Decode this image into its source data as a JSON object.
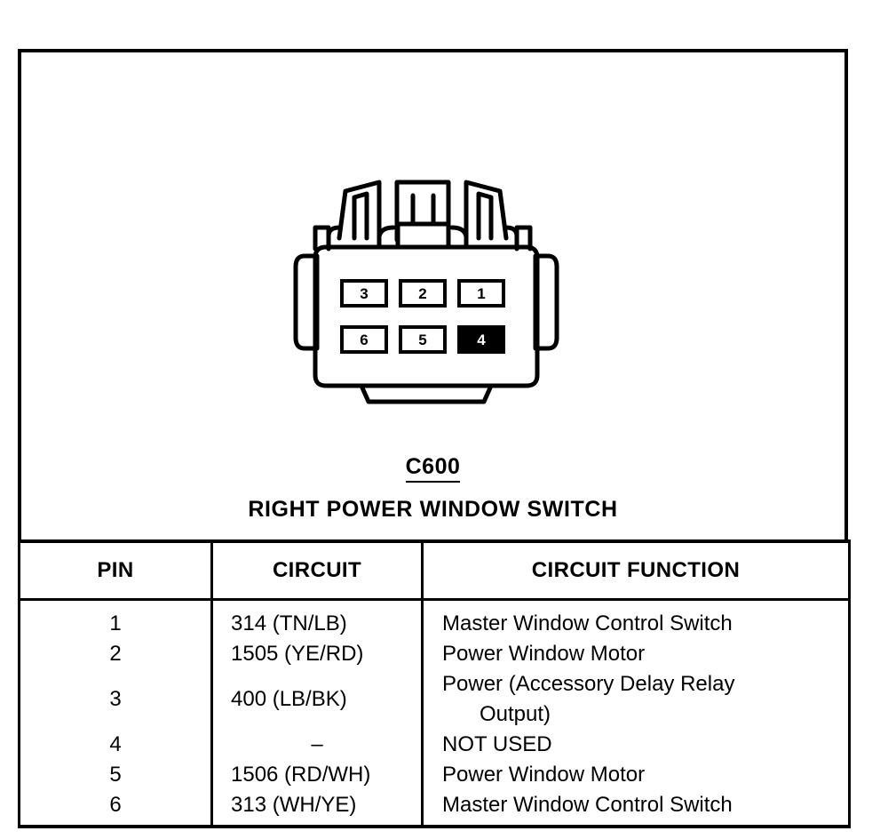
{
  "figure": {
    "connector_id": "C600",
    "connector_name": "RIGHT POWER WINDOW SWITCH",
    "pin_grid": {
      "top_row": [
        "3",
        "2",
        "1"
      ],
      "bottom_row": [
        "6",
        "5",
        "4"
      ],
      "filled_pins": [
        "4"
      ]
    },
    "colors": {
      "line": "#000000",
      "background": "#ffffff",
      "filled_cavity": "#000000",
      "filled_cavity_text": "#ffffff"
    }
  },
  "table": {
    "headers": {
      "pin": "PIN",
      "circuit": "CIRCUIT",
      "function": "CIRCUIT FUNCTION"
    },
    "rows": [
      {
        "pin": "1",
        "circuit": "314 (TN/LB)",
        "function": "Master Window Control Switch",
        "function_cont": ""
      },
      {
        "pin": "2",
        "circuit": "1505 (YE/RD)",
        "function": "Power Window Motor",
        "function_cont": ""
      },
      {
        "pin": "3",
        "circuit": "400 (LB/BK)",
        "function": "Power (Accessory Delay Relay",
        "function_cont": "Output)"
      },
      {
        "pin": "4",
        "circuit": "–",
        "function": "NOT USED",
        "function_cont": ""
      },
      {
        "pin": "5",
        "circuit": "1506 (RD/WH)",
        "function": "Power Window Motor",
        "function_cont": ""
      },
      {
        "pin": "6",
        "circuit": "313 (WH/YE)",
        "function": "Master Window Control Switch",
        "function_cont": ""
      }
    ]
  }
}
